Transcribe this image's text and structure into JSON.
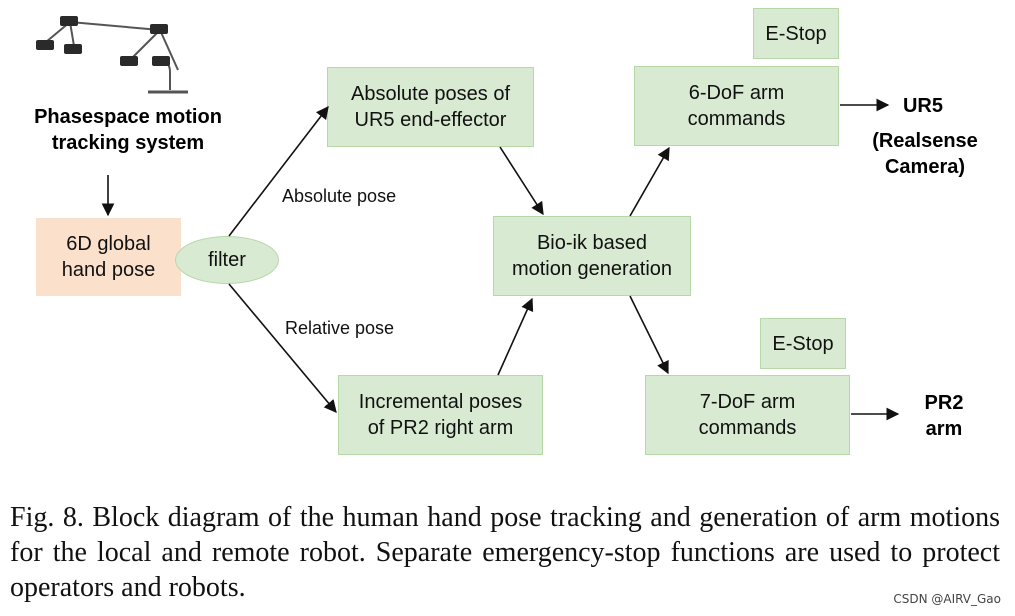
{
  "nodes": {
    "tracking_system": "Phasespace motion\ntracking system",
    "hand_pose": "6D global\nhand pose",
    "filter": "filter",
    "absolute_poses": "Absolute poses of\nUR5 end-effector",
    "incremental_poses": "Incremental poses\nof PR2 right arm",
    "bio_ik": "Bio-ik based\nmotion generation",
    "ur5_commands": "6-DoF arm\ncommands",
    "pr2_commands": "7-DoF arm\ncommands",
    "estop_top": "E-Stop",
    "estop_bottom": "E-Stop",
    "ur5_target": "UR5",
    "ur5_camera": "(Realsense\nCamera)",
    "pr2_target": "PR2\narm"
  },
  "edge_labels": {
    "absolute": "Absolute pose",
    "relative": "Relative pose"
  },
  "caption": "Fig. 8.   Block diagram of the human hand pose tracking and generation of arm motions for the local and remote robot. Separate emergency-stop functions are used to protect operators and robots.",
  "watermark": "CSDN @AIRV_Gao"
}
